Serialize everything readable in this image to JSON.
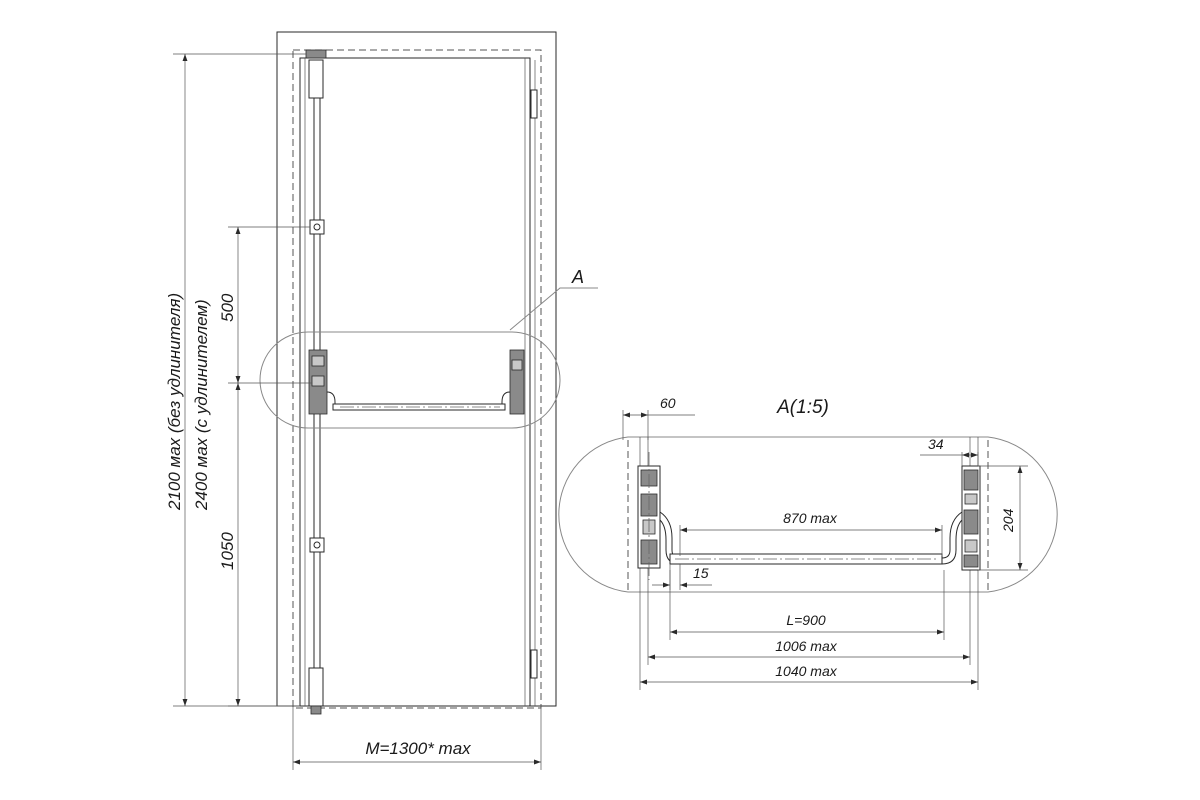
{
  "main_view": {
    "dimensions": {
      "height_no_extender": "2100 мах (без удлинителя)",
      "height_with_extender": "2400 мах (с удлинителем)",
      "interval_upper": "500",
      "interval_lower": "1050",
      "width_max": "M=1300* max"
    },
    "detail_callout": "A"
  },
  "detail_view": {
    "title": "A(1:5)",
    "dimensions": {
      "offset_left": "60",
      "offset_right": "34",
      "height_bracket": "204",
      "bar_length_max": "870 max",
      "clearance": "15",
      "bar_length": "L=900",
      "overall_1": "1006 max",
      "overall_2": "1040 max"
    }
  }
}
